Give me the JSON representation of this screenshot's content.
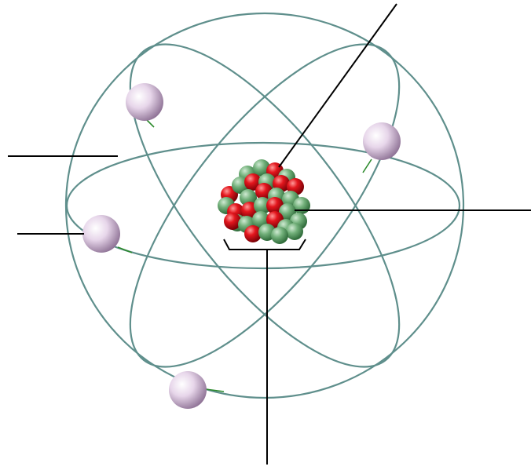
{
  "diagram": {
    "title": "",
    "labels": [],
    "colors": {
      "orbit": "#5f8f8c",
      "electron": "#d9c2dc",
      "electron_shadow": "#9a7fa0",
      "proton": "#e0141b",
      "neutron": "#6aa872",
      "leader_line": "#000000",
      "trail": "#2c8a2c"
    },
    "counts": {
      "electrons": 4,
      "orbits": 4,
      "label_lines": 5
    }
  }
}
